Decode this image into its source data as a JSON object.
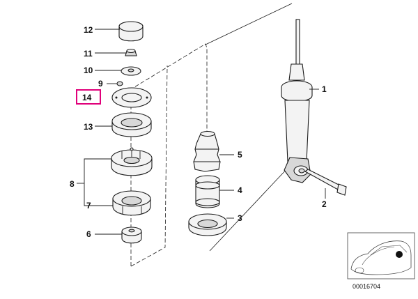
{
  "diagram": {
    "callouts": {
      "c1": "1",
      "c2": "2",
      "c3": "3",
      "c4": "4",
      "c5": "5",
      "c6": "6",
      "c7": "7",
      "c8": "8",
      "c9": "9",
      "c10": "10",
      "c11": "11",
      "c12": "12",
      "c13": "13",
      "c14": "14"
    },
    "highlighted_callout": "14",
    "highlight_color": "#e0007a",
    "diagram_number": "00016704"
  }
}
